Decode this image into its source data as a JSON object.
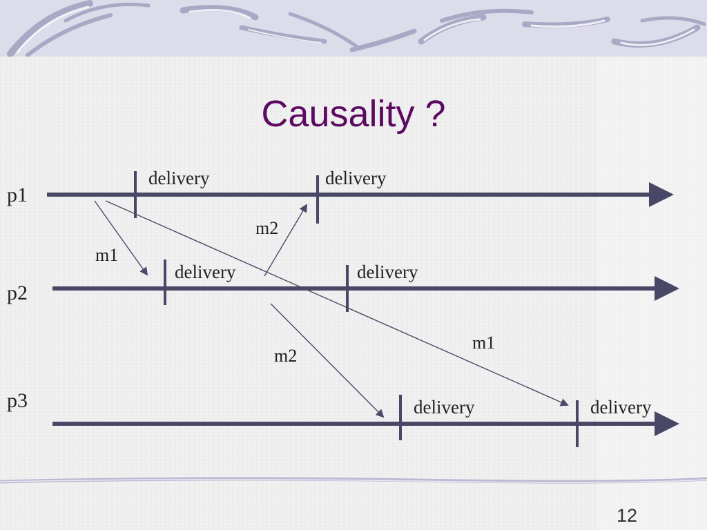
{
  "slide": {
    "title": "Causality ?",
    "page_number": "12"
  },
  "processes": [
    {
      "id": "p1",
      "label": "p1"
    },
    {
      "id": "p2",
      "label": "p2"
    },
    {
      "id": "p3",
      "label": "p3"
    }
  ],
  "events": [
    {
      "process": "p1",
      "label": "delivery"
    },
    {
      "process": "p1",
      "label": "delivery"
    },
    {
      "process": "p2",
      "label": "delivery"
    },
    {
      "process": "p2",
      "label": "delivery"
    },
    {
      "process": "p3",
      "label": "delivery"
    },
    {
      "process": "p3",
      "label": "delivery"
    }
  ],
  "messages": [
    {
      "label": "m1",
      "from": "p1",
      "to": "p2"
    },
    {
      "label": "m2",
      "from": "p2",
      "to": "p1"
    },
    {
      "label": "m2",
      "from": "p2",
      "to": "p3"
    },
    {
      "label": "m1",
      "from": "p1",
      "to": "p3"
    }
  ],
  "colors": {
    "title": "#5c0a61",
    "timeline": "#484866",
    "arrow": "#4a4a6a",
    "band": "#dcdceb"
  }
}
